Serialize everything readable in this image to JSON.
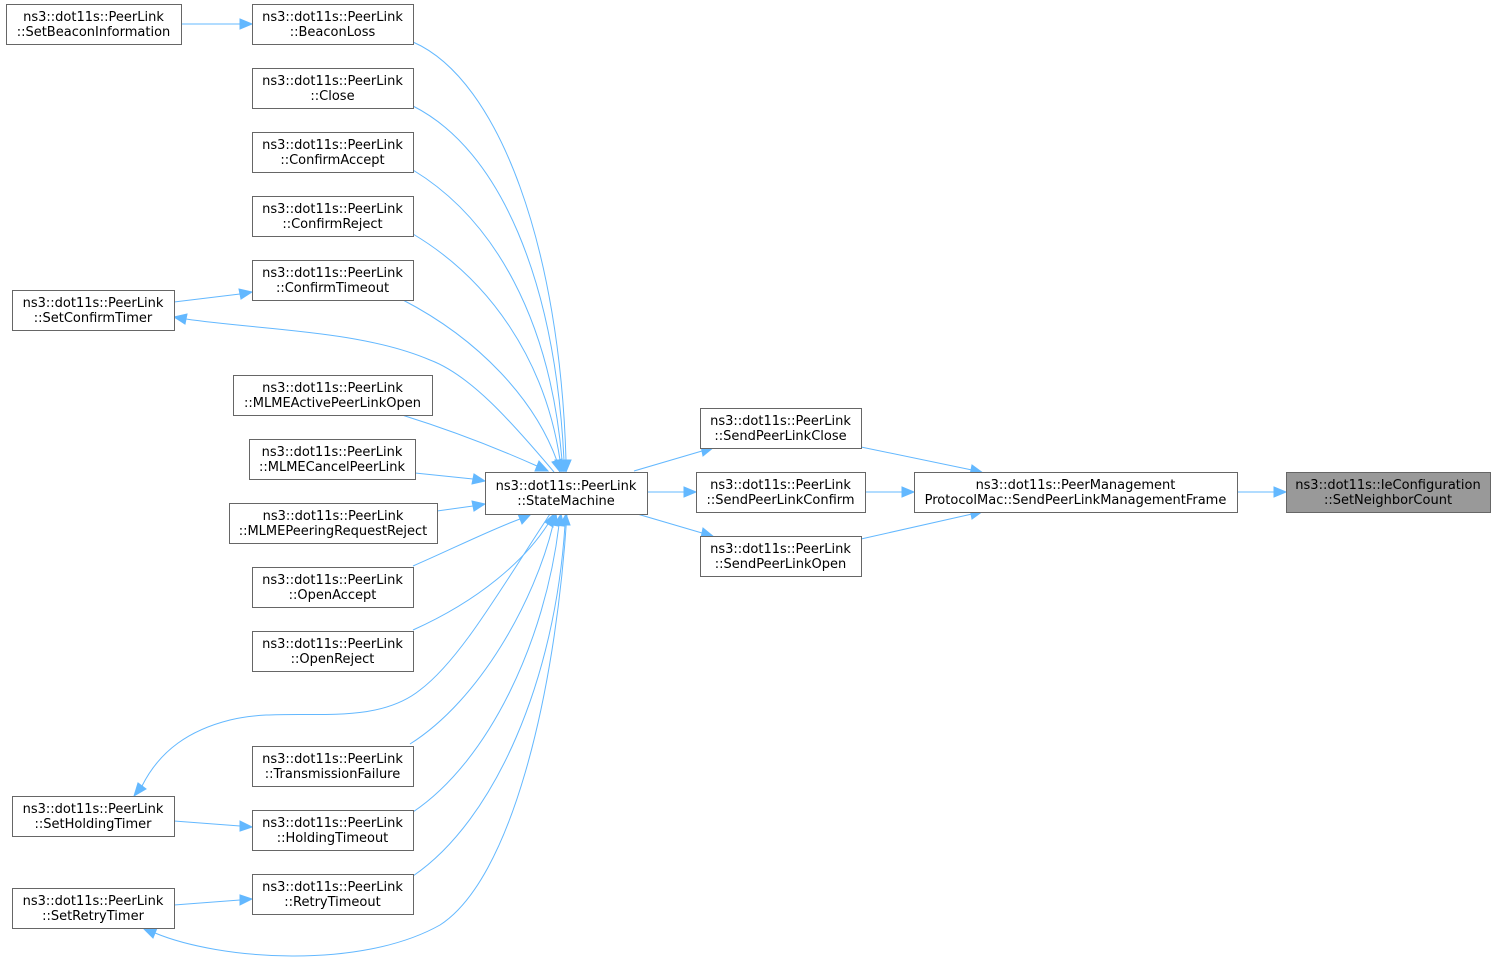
{
  "diagram": {
    "type": "call-graph",
    "colors": {
      "edge": "#63b8ff",
      "node_border": "#666666",
      "node_fill": "#ffffff",
      "current_fill": "#999999"
    },
    "nodes": {
      "setNeighborCount": {
        "line1": "ns3::dot11s::IeConfiguration",
        "line2": "::SetNeighborCount",
        "current": true
      },
      "sendPeerLinkMgmt": {
        "line1": "ns3::dot11s::PeerManagement",
        "line2": "ProtocolMac::SendPeerLinkManagementFrame"
      },
      "sendPeerLinkClose": {
        "line1": "ns3::dot11s::PeerLink",
        "line2": "::SendPeerLinkClose"
      },
      "sendPeerLinkConfirm": {
        "line1": "ns3::dot11s::PeerLink",
        "line2": "::SendPeerLinkConfirm"
      },
      "sendPeerLinkOpen": {
        "line1": "ns3::dot11s::PeerLink",
        "line2": "::SendPeerLinkOpen"
      },
      "stateMachine": {
        "line1": "ns3::dot11s::PeerLink",
        "line2": "::StateMachine"
      },
      "beaconLoss": {
        "line1": "ns3::dot11s::PeerLink",
        "line2": "::BeaconLoss"
      },
      "close": {
        "line1": "ns3::dot11s::PeerLink",
        "line2": "::Close"
      },
      "confirmAccept": {
        "line1": "ns3::dot11s::PeerLink",
        "line2": "::ConfirmAccept"
      },
      "confirmReject": {
        "line1": "ns3::dot11s::PeerLink",
        "line2": "::ConfirmReject"
      },
      "confirmTimeout": {
        "line1": "ns3::dot11s::PeerLink",
        "line2": "::ConfirmTimeout"
      },
      "mlmeActive": {
        "line1": "ns3::dot11s::PeerLink",
        "line2": "::MLMEActivePeerLinkOpen"
      },
      "mlmeCancel": {
        "line1": "ns3::dot11s::PeerLink",
        "line2": "::MLMECancelPeerLink"
      },
      "mlmePeering": {
        "line1": "ns3::dot11s::PeerLink",
        "line2": "::MLMEPeeringRequestReject"
      },
      "openAccept": {
        "line1": "ns3::dot11s::PeerLink",
        "line2": "::OpenAccept"
      },
      "openReject": {
        "line1": "ns3::dot11s::PeerLink",
        "line2": "::OpenReject"
      },
      "transmissionFailure": {
        "line1": "ns3::dot11s::PeerLink",
        "line2": "::TransmissionFailure"
      },
      "holdingTimeout": {
        "line1": "ns3::dot11s::PeerLink",
        "line2": "::HoldingTimeout"
      },
      "retryTimeout": {
        "line1": "ns3::dot11s::PeerLink",
        "line2": "::RetryTimeout"
      },
      "setBeaconInfo": {
        "line1": "ns3::dot11s::PeerLink",
        "line2": "::SetBeaconInformation"
      },
      "setConfirmTimer": {
        "line1": "ns3::dot11s::PeerLink",
        "line2": "::SetConfirmTimer"
      },
      "setHoldingTimer": {
        "line1": "ns3::dot11s::PeerLink",
        "line2": "::SetHoldingTimer"
      },
      "setRetryTimer": {
        "line1": "ns3::dot11s::PeerLink",
        "line2": "::SetRetryTimer"
      }
    },
    "edges": [
      {
        "from": "sendPeerLinkMgmt",
        "to": "setNeighborCount"
      },
      {
        "from": "sendPeerLinkClose",
        "to": "sendPeerLinkMgmt"
      },
      {
        "from": "sendPeerLinkConfirm",
        "to": "sendPeerLinkMgmt"
      },
      {
        "from": "sendPeerLinkOpen",
        "to": "sendPeerLinkMgmt"
      },
      {
        "from": "stateMachine",
        "to": "sendPeerLinkClose"
      },
      {
        "from": "stateMachine",
        "to": "sendPeerLinkConfirm"
      },
      {
        "from": "stateMachine",
        "to": "sendPeerLinkOpen"
      },
      {
        "from": "beaconLoss",
        "to": "stateMachine"
      },
      {
        "from": "close",
        "to": "stateMachine"
      },
      {
        "from": "confirmAccept",
        "to": "stateMachine"
      },
      {
        "from": "confirmReject",
        "to": "stateMachine"
      },
      {
        "from": "confirmTimeout",
        "to": "stateMachine"
      },
      {
        "from": "mlmeActive",
        "to": "stateMachine"
      },
      {
        "from": "mlmeCancel",
        "to": "stateMachine"
      },
      {
        "from": "mlmePeering",
        "to": "stateMachine"
      },
      {
        "from": "openAccept",
        "to": "stateMachine"
      },
      {
        "from": "openReject",
        "to": "stateMachine"
      },
      {
        "from": "transmissionFailure",
        "to": "stateMachine"
      },
      {
        "from": "holdingTimeout",
        "to": "stateMachine"
      },
      {
        "from": "retryTimeout",
        "to": "stateMachine"
      },
      {
        "from": "setBeaconInfo",
        "to": "beaconLoss"
      },
      {
        "from": "setConfirmTimer",
        "to": "confirmTimeout"
      },
      {
        "from": "stateMachine",
        "to": "setConfirmTimer"
      },
      {
        "from": "setHoldingTimer",
        "to": "holdingTimeout"
      },
      {
        "from": "stateMachine",
        "to": "setHoldingTimer"
      },
      {
        "from": "setRetryTimer",
        "to": "retryTimeout"
      },
      {
        "from": "stateMachine",
        "to": "setRetryTimer"
      }
    ]
  }
}
